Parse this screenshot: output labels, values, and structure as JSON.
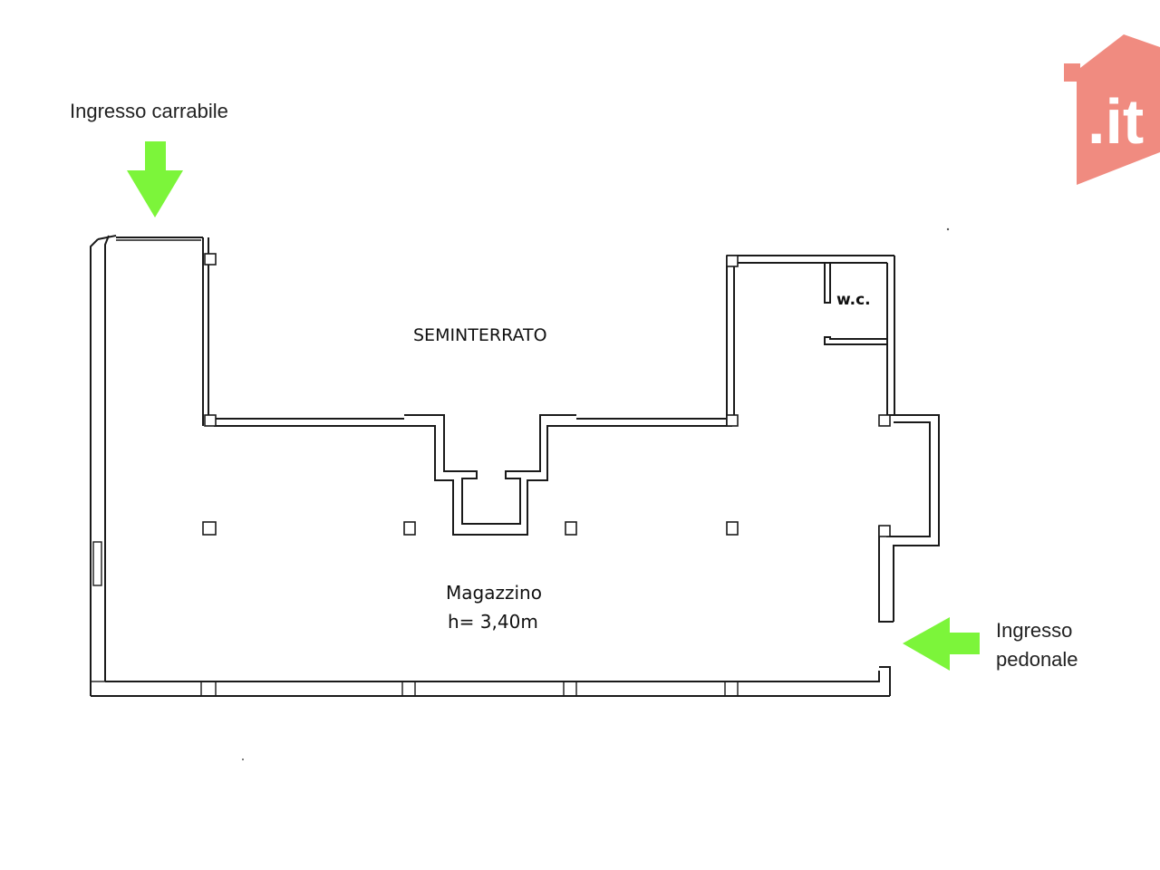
{
  "labels": {
    "vehicle_entrance": "Ingresso carrabile",
    "pedestrian_entrance_line1": "Ingresso",
    "pedestrian_entrance_line2": "pedonale",
    "basement": "SEMINTERRATO",
    "wc": "w.c.",
    "storage": "Magazzino",
    "height": "h= 3,40m"
  },
  "logo": {
    "text": ".it",
    "icon": "house-logo-icon",
    "color": "#f08b80"
  },
  "arrows": {
    "vehicle_entrance_icon": "arrow-down-icon",
    "pedestrian_entrance_icon": "arrow-left-icon",
    "color": "#7cf53a"
  }
}
